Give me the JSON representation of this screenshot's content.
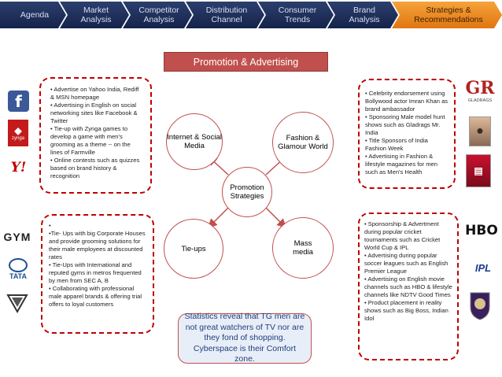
{
  "nav": [
    {
      "label": "Agenda"
    },
    {
      "label": "Market Analysis"
    },
    {
      "label": "Competitor Analysis"
    },
    {
      "label": "Distribution Channel"
    },
    {
      "label": "Consumer Trends"
    },
    {
      "label": "Brand Analysis"
    },
    {
      "label": "Strategies & Recommendations"
    }
  ],
  "banner": "Promotion & Advertising",
  "nodes": {
    "internet": "Internet & Social Media",
    "fashion": "Fashion & Glamour World",
    "center": "Promotion Strategies",
    "tieups": "Tie-ups",
    "mass": "Mass media"
  },
  "boxes": {
    "top_left": [
      "• Advertise on Yahoo India, Rediff & MSN homepage",
      "• Advertising in English on social networking sites like Facebook & Twitter",
      "• Tie-up with Zynga games to develop a game with men's grooming as a theme -- on the lines of Farmville",
      "• Online contests such as quizzes based on brand history & recognition"
    ],
    "top_right": [
      "• Celebrity endorsement using Bollywood actor Imran Khan as brand ambassador",
      "• Sponsoring Male model hunt shows such as Gladrags Mr. India",
      "• Title Sponsors of India Fashion Week",
      "• Advertising in Fashion & lifestyle magazines for men such as Men's Health"
    ],
    "bottom_left": [
      "•",
      "•Tie- Ups with big Corporate Houses and provide grooming solutions for their male employees at discounted rates",
      "• Tie-Ups with International and reputed gyms in metros frequented by men from SEC A, B",
      "• Collaborating with professional male apparel brands & offering trial offers to loyal customers"
    ],
    "bottom_right": [
      "• Sponsorship & Advertment during popular cricket tournaments such as Cricket World Cup & IPL",
      "• Advertising during popular soccer leagues such as English Premier League",
      "• Advertising on English movie channels such as HBO & lifestyle channels like NDTV Good Times",
      "• Product placement in reality shows such as Big Boss, Indian Idol"
    ]
  },
  "stat": "Statistics reveal that TG men are not great watchers of TV nor are they fond of shopping. Cyberspace is their Comfort zone.",
  "logos": {
    "facebook": "f",
    "zynga": "zynga",
    "yahoo": "Y!",
    "gym": "GYM",
    "tata": "TATA",
    "gladrags_mark": "GR",
    "gladrags": "GLADRAGS",
    "hbo": "HBO",
    "ipl": "IPL"
  },
  "colors": {
    "nav_dark": "#1c2c57",
    "nav_active": "#ef8a22",
    "accent_red": "#c0504d",
    "dash_red": "#c00000",
    "stat_text": "#1f3e7a"
  }
}
